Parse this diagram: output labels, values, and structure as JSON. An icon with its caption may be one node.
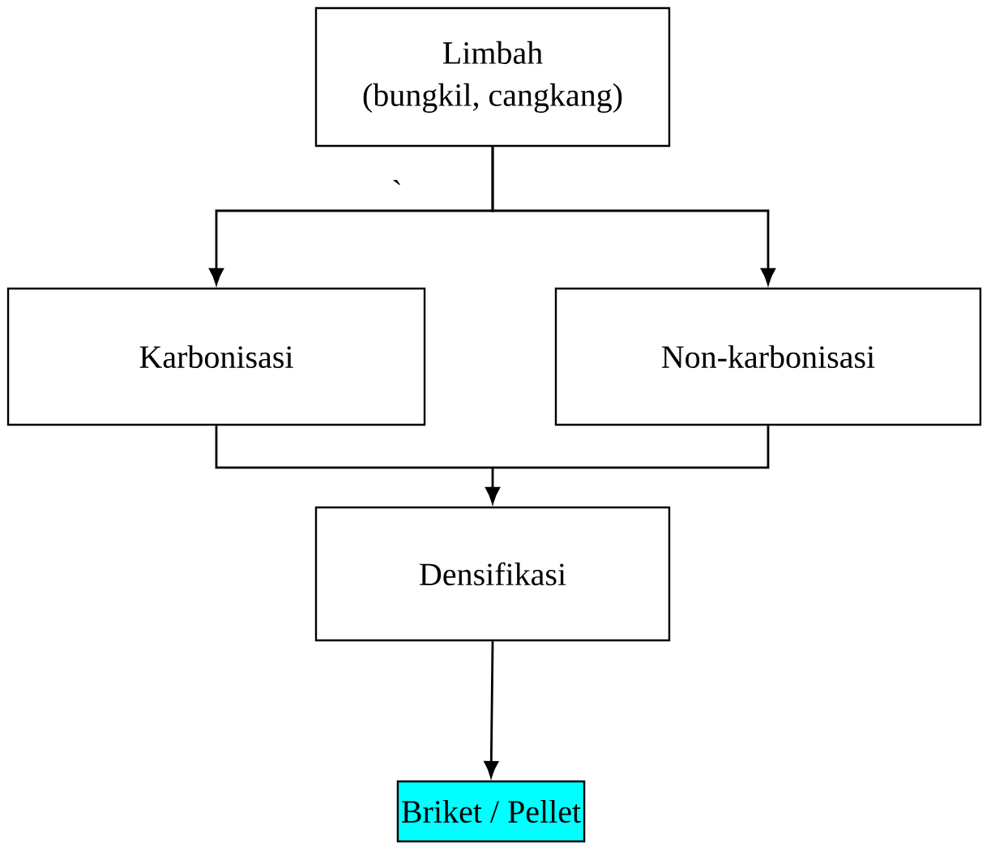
{
  "diagram": {
    "nodes": [
      {
        "text": [
          "Limbah",
          "(bungkil, cangkang)"
        ]
      },
      {
        "text": [
          "Karbonisasi"
        ]
      },
      {
        "text": [
          "Non-karbonisasi"
        ]
      },
      {
        "text": [
          "Densifikasi"
        ]
      },
      {
        "text": [
          "Briket / Pellet"
        ]
      }
    ],
    "edges": [
      {
        "from": 0,
        "to": 1,
        "arrow": "to"
      },
      {
        "from": 0,
        "to": 2,
        "arrow": "to"
      },
      {
        "from": 1,
        "to": 3,
        "arrow": "to"
      },
      {
        "from": 2,
        "to": 3,
        "arrow": "to"
      },
      {
        "from": 3,
        "to": 4,
        "arrow": "to"
      }
    ],
    "labels": [
      "`"
    ]
  }
}
